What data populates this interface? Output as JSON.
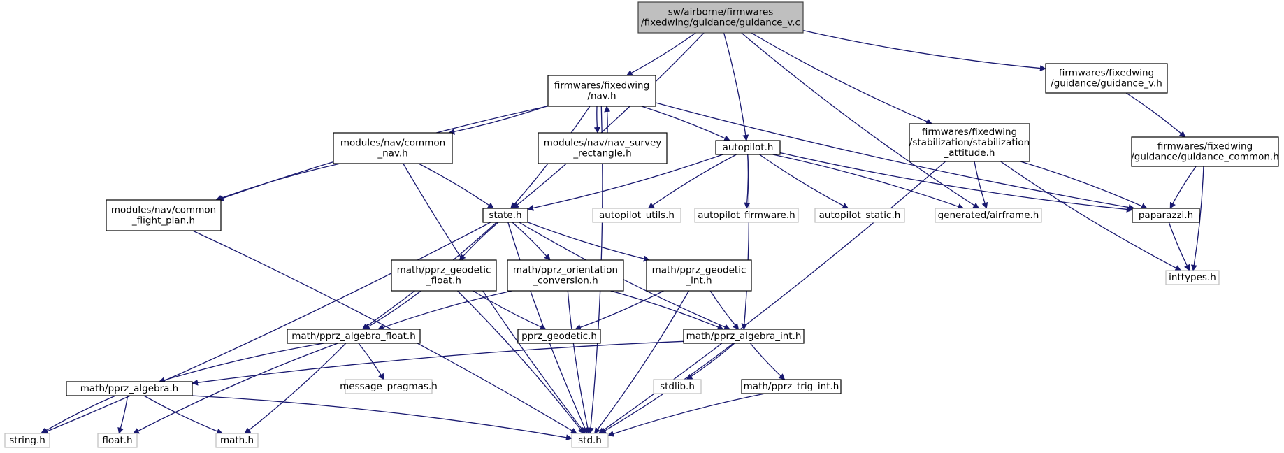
{
  "diagram": {
    "type": "include-dependency-graph",
    "edge_color": "#191970",
    "root_fill": "#bfbfbf",
    "external_border": "#bfbfbf",
    "nodes": [
      {
        "id": "root",
        "lines": [
          "sw/airborne/firmwares",
          "/fixedwing/guidance/guidance_v.c"
        ],
        "style": "root"
      },
      {
        "id": "nav",
        "lines": [
          "firmwares/fixedwing",
          "/nav.h"
        ],
        "style": "normal"
      },
      {
        "id": "guidance_v_h",
        "lines": [
          "firmwares/fixedwing",
          "/guidance/guidance_v.h"
        ],
        "style": "normal"
      },
      {
        "id": "common_nav",
        "lines": [
          "modules/nav/common",
          "_nav.h"
        ],
        "style": "normal"
      },
      {
        "id": "survey",
        "lines": [
          "modules/nav/nav_survey",
          "_rectangle.h"
        ],
        "style": "normal"
      },
      {
        "id": "autopilot",
        "lines": [
          "autopilot.h"
        ],
        "style": "normal"
      },
      {
        "id": "stab",
        "lines": [
          "firmwares/fixedwing",
          "/stabilization/stabilization",
          "_attitude.h"
        ],
        "style": "normal"
      },
      {
        "id": "guidance_common",
        "lines": [
          "firmwares/fixedwing",
          "/guidance/guidance_common.h"
        ],
        "style": "normal"
      },
      {
        "id": "flight_plan",
        "lines": [
          "modules/nav/common",
          "_flight_plan.h"
        ],
        "style": "normal"
      },
      {
        "id": "state",
        "lines": [
          "state.h"
        ],
        "style": "normal"
      },
      {
        "id": "ap_utils",
        "lines": [
          "autopilot_utils.h"
        ],
        "style": "external"
      },
      {
        "id": "ap_firmware",
        "lines": [
          "autopilot_firmware.h"
        ],
        "style": "external"
      },
      {
        "id": "ap_static",
        "lines": [
          "autopilot_static.h"
        ],
        "style": "external"
      },
      {
        "id": "airframe",
        "lines": [
          "generated/airframe.h"
        ],
        "style": "external"
      },
      {
        "id": "paparazzi",
        "lines": [
          "paparazzi.h"
        ],
        "style": "normal"
      },
      {
        "id": "inttypes",
        "lines": [
          "inttypes.h"
        ],
        "style": "external"
      },
      {
        "id": "geo_float",
        "lines": [
          "math/pprz_geodetic",
          "_float.h"
        ],
        "style": "normal"
      },
      {
        "id": "orient",
        "lines": [
          "math/pprz_orientation",
          "_conversion.h"
        ],
        "style": "normal"
      },
      {
        "id": "geo_int",
        "lines": [
          "math/pprz_geodetic",
          "_int.h"
        ],
        "style": "normal"
      },
      {
        "id": "alg_float",
        "lines": [
          "math/pprz_algebra_float.h"
        ],
        "style": "normal"
      },
      {
        "id": "pprz_geodetic",
        "lines": [
          "pprz_geodetic.h"
        ],
        "style": "normal"
      },
      {
        "id": "alg_int",
        "lines": [
          "math/pprz_algebra_int.h"
        ],
        "style": "normal"
      },
      {
        "id": "msg_pragmas",
        "lines": [
          "message_pragmas.h"
        ],
        "style": "external"
      },
      {
        "id": "algebra",
        "lines": [
          "math/pprz_algebra.h"
        ],
        "style": "normal"
      },
      {
        "id": "stdlib",
        "lines": [
          "stdlib.h"
        ],
        "style": "external"
      },
      {
        "id": "trig_int",
        "lines": [
          "math/pprz_trig_int.h"
        ],
        "style": "normal"
      },
      {
        "id": "string",
        "lines": [
          "string.h"
        ],
        "style": "external"
      },
      {
        "id": "float",
        "lines": [
          "float.h"
        ],
        "style": "external"
      },
      {
        "id": "math",
        "lines": [
          "math.h"
        ],
        "style": "external"
      },
      {
        "id": "std",
        "lines": [
          "std.h"
        ],
        "style": "external"
      }
    ],
    "edges": [
      [
        "root",
        "nav"
      ],
      [
        "root",
        "guidance_v_h"
      ],
      [
        "root",
        "autopilot"
      ],
      [
        "root",
        "stab"
      ],
      [
        "root",
        "state"
      ],
      [
        "root",
        "airframe"
      ],
      [
        "nav",
        "common_nav"
      ],
      [
        "nav",
        "survey"
      ],
      [
        "nav",
        "autopilot"
      ],
      [
        "nav",
        "flight_plan"
      ],
      [
        "nav",
        "state"
      ],
      [
        "nav",
        "paparazzi"
      ],
      [
        "nav",
        "std"
      ],
      [
        "survey",
        "nav"
      ],
      [
        "guidance_v_h",
        "guidance_common"
      ],
      [
        "guidance_common",
        "paparazzi"
      ],
      [
        "guidance_common",
        "inttypes"
      ],
      [
        "common_nav",
        "flight_plan"
      ],
      [
        "common_nav",
        "state"
      ],
      [
        "common_nav",
        "std"
      ],
      [
        "autopilot",
        "state"
      ],
      [
        "autopilot",
        "ap_utils"
      ],
      [
        "autopilot",
        "ap_firmware"
      ],
      [
        "autopilot",
        "ap_static"
      ],
      [
        "autopilot",
        "airframe"
      ],
      [
        "autopilot",
        "paparazzi"
      ],
      [
        "autopilot",
        "alg_int"
      ],
      [
        "stab",
        "airframe"
      ],
      [
        "stab",
        "paparazzi"
      ],
      [
        "stab",
        "inttypes"
      ],
      [
        "stab",
        "std"
      ],
      [
        "paparazzi",
        "inttypes"
      ],
      [
        "flight_plan",
        "std"
      ],
      [
        "state",
        "geo_float"
      ],
      [
        "state",
        "orient"
      ],
      [
        "state",
        "geo_int"
      ],
      [
        "state",
        "alg_float"
      ],
      [
        "state",
        "alg_int"
      ],
      [
        "state",
        "string"
      ],
      [
        "state",
        "std"
      ],
      [
        "geo_float",
        "alg_float"
      ],
      [
        "geo_float",
        "pprz_geodetic"
      ],
      [
        "geo_float",
        "std"
      ],
      [
        "orient",
        "alg_float"
      ],
      [
        "orient",
        "alg_int"
      ],
      [
        "orient",
        "std"
      ],
      [
        "geo_int",
        "pprz_geodetic"
      ],
      [
        "geo_int",
        "alg_int"
      ],
      [
        "geo_int",
        "std"
      ],
      [
        "alg_float",
        "algebra"
      ],
      [
        "alg_float",
        "msg_pragmas"
      ],
      [
        "alg_float",
        "float"
      ],
      [
        "alg_float",
        "math"
      ],
      [
        "alg_int",
        "algebra"
      ],
      [
        "alg_int",
        "stdlib"
      ],
      [
        "alg_int",
        "trig_int"
      ],
      [
        "alg_int",
        "std"
      ],
      [
        "algebra",
        "string"
      ],
      [
        "algebra",
        "float"
      ],
      [
        "algebra",
        "math"
      ],
      [
        "algebra",
        "std"
      ],
      [
        "trig_int",
        "std"
      ]
    ]
  }
}
